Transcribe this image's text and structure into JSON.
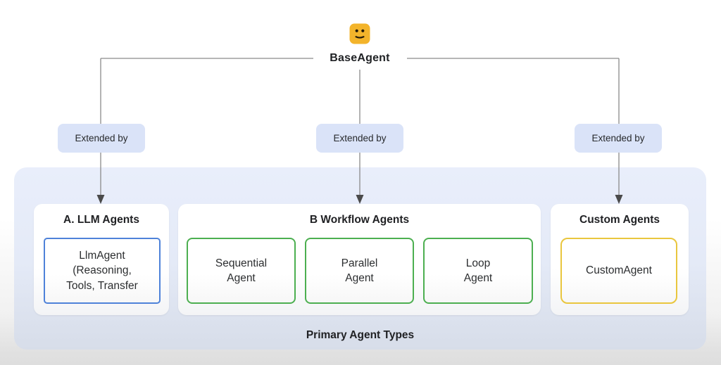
{
  "root_node": {
    "label": "BaseAgent",
    "icon": "agent-smiley-icon",
    "icon_color": "#F3B42B"
  },
  "connectors": {
    "labels": [
      "Extended by",
      "Extended by",
      "Extended by"
    ]
  },
  "groups": [
    {
      "title": "A. LLM Agents",
      "accent_color": "#4E82D9",
      "items": [
        {
          "text": "LlmAgent\n(Reasoning,\nTools, Transfer"
        }
      ]
    },
    {
      "title": "B Workflow Agents",
      "accent_color": "#4CAF50",
      "items": [
        {
          "text": "Sequential\nAgent"
        },
        {
          "text": "Parallel\nAgent"
        },
        {
          "text": "Loop\nAgent"
        }
      ]
    },
    {
      "title": "Custom Agents",
      "accent_color": "#E9C63E",
      "items": [
        {
          "text": "CustomAgent"
        }
      ]
    }
  ],
  "footer_label": "Primary Agent Types",
  "colors": {
    "badge_background": "#DAE3F8",
    "container_background": "#E7EDFA",
    "line": "#8A8A8A",
    "arrowhead": "#4A4A4A"
  }
}
